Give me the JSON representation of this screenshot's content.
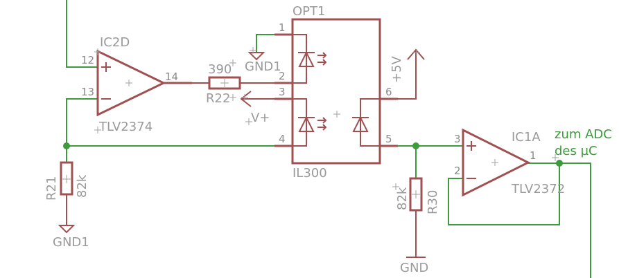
{
  "schematic": {
    "opt1": {
      "name": "OPT1",
      "value": "IL300",
      "pins": [
        "1",
        "2",
        "3",
        "4",
        "5",
        "6"
      ],
      "supply": "+5V"
    },
    "ic2d": {
      "name": "IC2D",
      "value": "TLV2374",
      "pin_plus": "12",
      "pin_minus": "13",
      "pin_out": "14"
    },
    "ic1a": {
      "name": "IC1A",
      "value": "TLV2372",
      "pin_plus": "3",
      "pin_minus": "2",
      "pin_out": "1"
    },
    "r22": {
      "name": "R22",
      "value": "390"
    },
    "r21": {
      "name": "R21",
      "value": "82k"
    },
    "r30": {
      "name": "R30",
      "value": "82k"
    },
    "gnd1_top": "GND1",
    "gnd1_bottom": "GND1",
    "gnd": "GND",
    "vplus": "V+",
    "output_label_line1": "zum ADC",
    "output_label_line2": "des µC"
  }
}
